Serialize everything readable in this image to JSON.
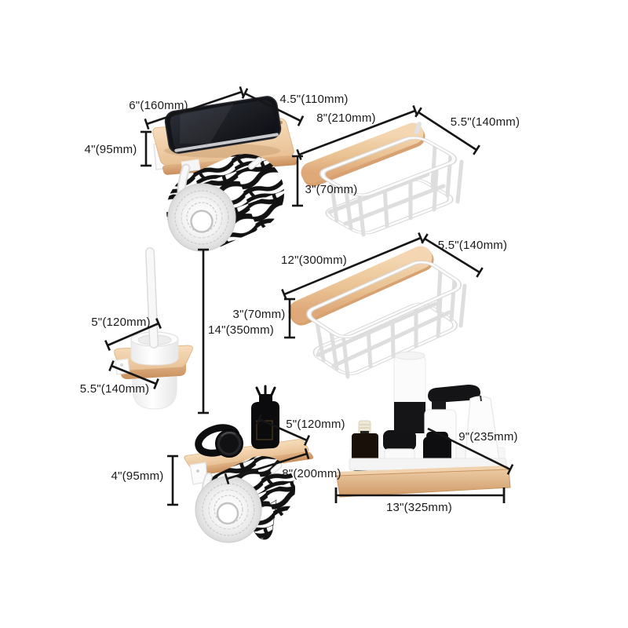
{
  "diagram": {
    "kind": "product-dimension-diagram",
    "background": "#ffffff",
    "line_color": "#161616",
    "wood_color": "#ecc49c",
    "metal_color": "#ffffff",
    "items": [
      {
        "name": "toilet paper holder with phone shelf",
        "dims": {
          "width": "6\"(160mm)",
          "depth": "4.5\"(110mm)",
          "height": "4\"(95mm)"
        }
      },
      {
        "name": "wire basket small",
        "dims": {
          "width": "8\"(210mm)",
          "depth": "5.5\"(140mm)",
          "height": "3\"(70mm)"
        }
      },
      {
        "name": "wire basket long",
        "dims": {
          "width": "12\"(300mm)",
          "depth": "5.5\"(140mm)",
          "height": "3\"(70mm)"
        }
      },
      {
        "name": "toilet brush holder",
        "dims": {
          "width": "5\"(120mm)",
          "depth": "5.5\"(140mm)",
          "height": "14\"(350mm)"
        }
      },
      {
        "name": "toilet paper holder with shelf",
        "dims": {
          "width": "8\"(200mm)",
          "depth": "5\"(120mm)",
          "height": "4\"(95mm)"
        }
      },
      {
        "name": "bathroom tray shelf",
        "dims": {
          "width": "13\"(325mm)",
          "depth": "9\"(235mm)"
        }
      }
    ]
  }
}
